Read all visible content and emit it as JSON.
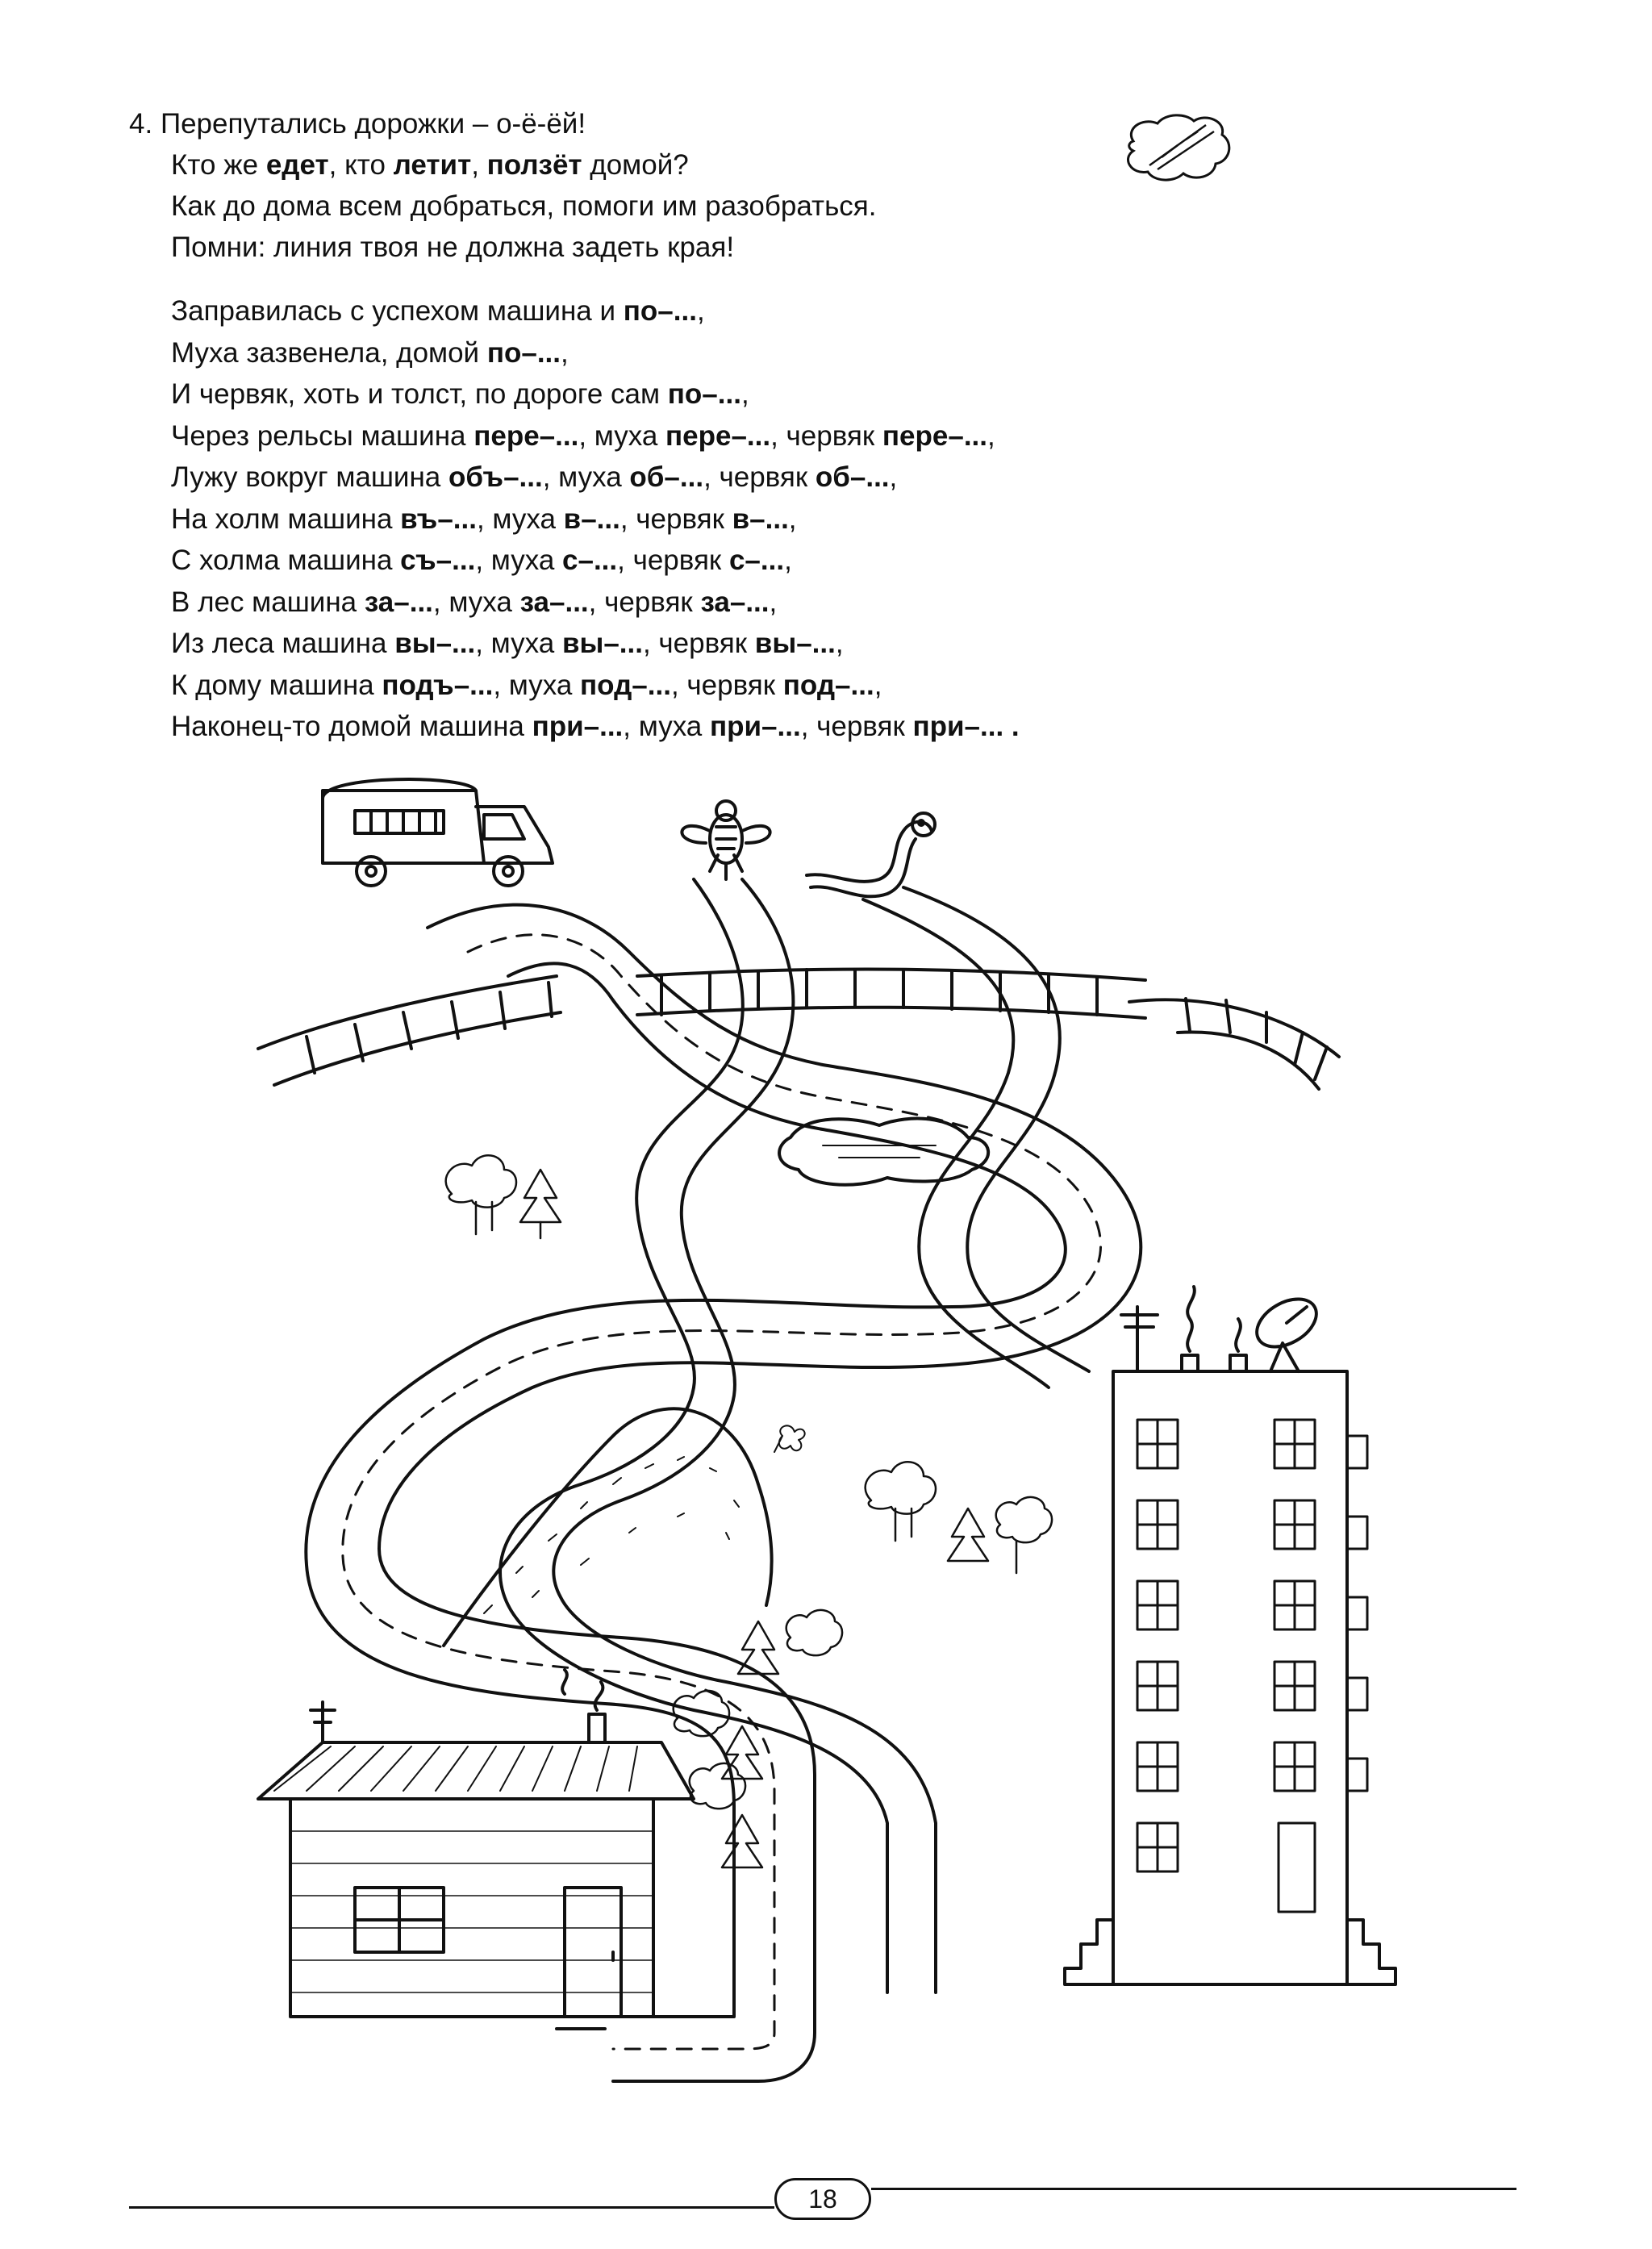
{
  "task": {
    "number": "4.",
    "lines": [
      {
        "parts": [
          {
            "t": "Перепутались дорожки – о-ё-ёй!",
            "b": false
          }
        ]
      },
      {
        "parts": [
          {
            "t": "Кто же ",
            "b": false
          },
          {
            "t": "едет",
            "b": true
          },
          {
            "t": ", кто ",
            "b": false
          },
          {
            "t": "летит",
            "b": true
          },
          {
            "t": ", ",
            "b": false
          },
          {
            "t": "ползёт",
            "b": true
          },
          {
            "t": " домой?",
            "b": false
          }
        ]
      },
      {
        "parts": [
          {
            "t": "Как до дома всем добраться, помоги им разобраться.",
            "b": false
          }
        ]
      },
      {
        "parts": [
          {
            "t": "Помни: линия твоя не должна задеть края!",
            "b": false
          }
        ]
      }
    ]
  },
  "verse": [
    [
      {
        "t": "Заправилась с успехом машина и ",
        "b": false
      },
      {
        "t": "по–...",
        "b": true
      },
      {
        "t": ",",
        "b": false
      }
    ],
    [
      {
        "t": "Муха зазвенела, домой ",
        "b": false
      },
      {
        "t": "по–...",
        "b": true
      },
      {
        "t": ",",
        "b": false
      }
    ],
    [
      {
        "t": "И червяк, хоть и толст, по дороге сам ",
        "b": false
      },
      {
        "t": "по–...",
        "b": true
      },
      {
        "t": ",",
        "b": false
      }
    ],
    [
      {
        "t": "Через рельсы машина ",
        "b": false
      },
      {
        "t": "пере–...",
        "b": true
      },
      {
        "t": ", муха ",
        "b": false
      },
      {
        "t": "пере–...",
        "b": true
      },
      {
        "t": ", червяк ",
        "b": false
      },
      {
        "t": "пере–...",
        "b": true
      },
      {
        "t": ",",
        "b": false
      }
    ],
    [
      {
        "t": "Лужу вокруг машина ",
        "b": false
      },
      {
        "t": "объ–...",
        "b": true
      },
      {
        "t": ", муха ",
        "b": false
      },
      {
        "t": "об–...",
        "b": true
      },
      {
        "t": ", червяк ",
        "b": false
      },
      {
        "t": "об–...",
        "b": true
      },
      {
        "t": ",",
        "b": false
      }
    ],
    [
      {
        "t": "На холм машина ",
        "b": false
      },
      {
        "t": "въ–...",
        "b": true
      },
      {
        "t": ", муха ",
        "b": false
      },
      {
        "t": "в–...",
        "b": true
      },
      {
        "t": ", червяк ",
        "b": false
      },
      {
        "t": "в–...",
        "b": true
      },
      {
        "t": ",",
        "b": false
      }
    ],
    [
      {
        "t": "С холма машина ",
        "b": false
      },
      {
        "t": "съ–...",
        "b": true
      },
      {
        "t": ", муха ",
        "b": false
      },
      {
        "t": "с–...",
        "b": true
      },
      {
        "t": ", червяк ",
        "b": false
      },
      {
        "t": "с–...",
        "b": true
      },
      {
        "t": ",",
        "b": false
      }
    ],
    [
      {
        "t": "В лес машина ",
        "b": false
      },
      {
        "t": "за–...",
        "b": true
      },
      {
        "t": ", муха ",
        "b": false
      },
      {
        "t": "за–...",
        "b": true
      },
      {
        "t": ", червяк ",
        "b": false
      },
      {
        "t": "за–...",
        "b": true
      },
      {
        "t": ",",
        "b": false
      }
    ],
    [
      {
        "t": "Из леса машина ",
        "b": false
      },
      {
        "t": "вы–...",
        "b": true
      },
      {
        "t": ", муха ",
        "b": false
      },
      {
        "t": "вы–...",
        "b": true
      },
      {
        "t": ", червяк ",
        "b": false
      },
      {
        "t": "вы–...",
        "b": true
      },
      {
        "t": ",",
        "b": false
      }
    ],
    [
      {
        "t": "К дому машина ",
        "b": false
      },
      {
        "t": "подъ–...",
        "b": true
      },
      {
        "t": ", муха ",
        "b": false
      },
      {
        "t": "под–...",
        "b": true
      },
      {
        "t": ", червяк ",
        "b": false
      },
      {
        "t": "под–...",
        "b": true
      },
      {
        "t": ",",
        "b": false
      }
    ],
    [
      {
        "t": "Наконец-то домой машина ",
        "b": false
      },
      {
        "t": "при–...",
        "b": true
      },
      {
        "t": ", муха ",
        "b": false
      },
      {
        "t": "при–...",
        "b": true
      },
      {
        "t": ", червяк ",
        "b": false
      },
      {
        "t": "при–... .",
        "b": true
      }
    ]
  ],
  "icons": {
    "task_marker": "cloud-lines-icon",
    "characters": [
      "truck-icon",
      "fly-icon",
      "worm-icon"
    ],
    "homes": [
      "small-house-icon",
      "apartment-building-icon"
    ]
  },
  "colors": {
    "ink": "#111111",
    "paper": "#ffffff"
  },
  "page_number": "18"
}
